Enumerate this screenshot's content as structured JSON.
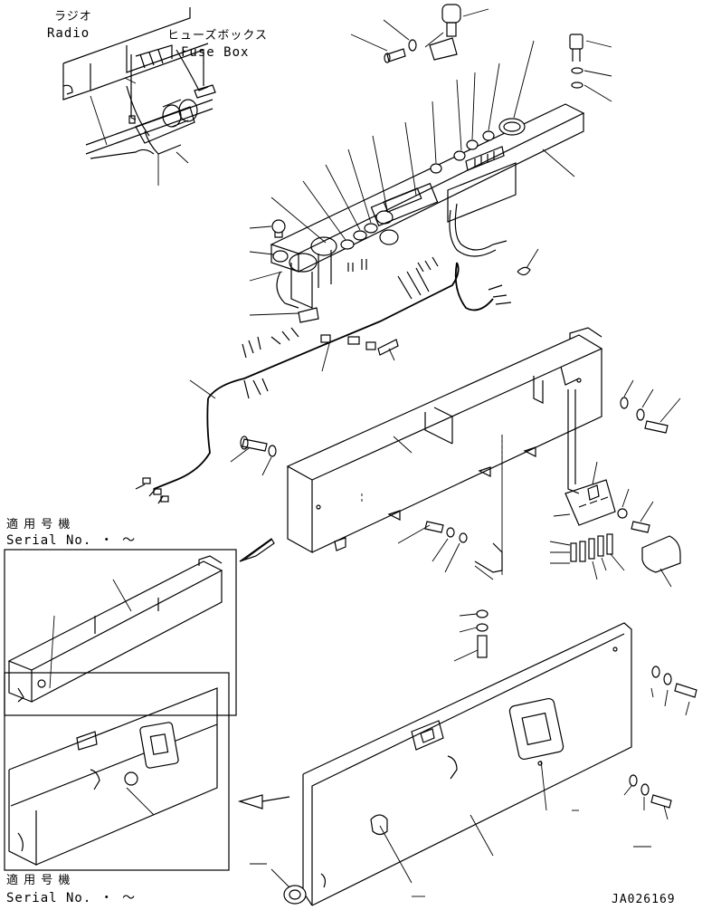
{
  "labels": {
    "radio_jp": "ラジオ",
    "radio_en": "Radio",
    "fusebox_jp": "ヒューズボックス",
    "fusebox_en": "Fuse Box",
    "serial_jp_1": "適 用 号 機",
    "serial_en_1": "Serial No.  ・  ～",
    "serial_jp_2": "適 用 号 機",
    "serial_en_2": "Serial No.  ・  ～",
    "drawing_number": "JA026169"
  }
}
